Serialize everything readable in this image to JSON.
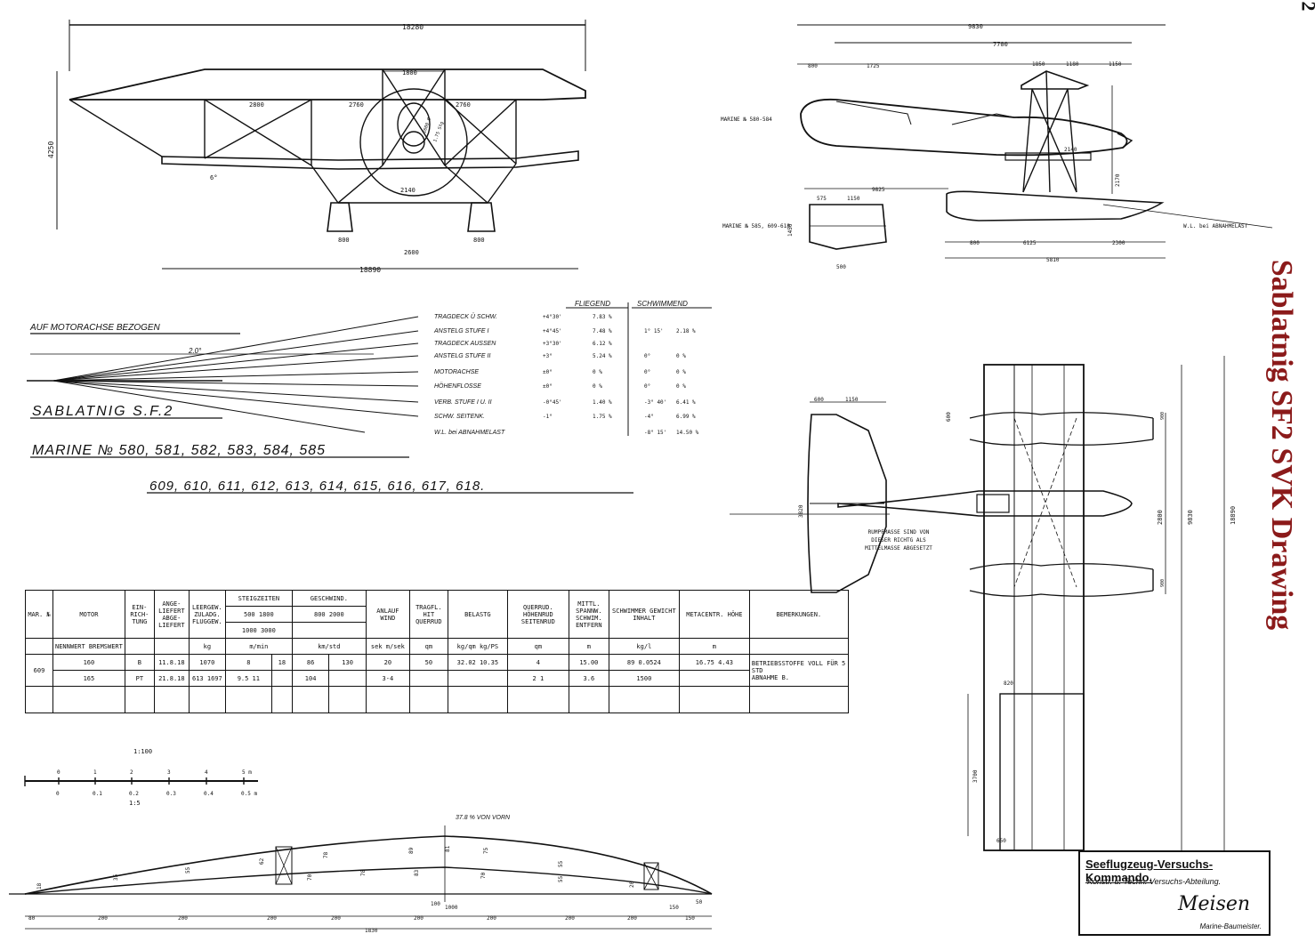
{
  "page": {
    "side_title": "Sablatnig SF2 SVK Drawing",
    "page_number": "2"
  },
  "front_view": {
    "dims": [
      "18280",
      "1800",
      "2800",
      "2760",
      "2760",
      "4250",
      "2140",
      "800",
      "2600",
      "800",
      "18890",
      "6°"
    ],
    "prop_labels": [
      "2600 Ø",
      "1.75 Stg"
    ]
  },
  "side_view": {
    "dims": [
      "9830",
      "7700",
      "800",
      "1725",
      "1850",
      "1180",
      "1150",
      "1180",
      "2170",
      "9825",
      "575",
      "1150",
      "1450",
      "500",
      "800",
      "6125",
      "2300",
      "5810",
      "2140"
    ],
    "marine_label_1": "MARINE № 580-584",
    "marine_label_2": "MARINE № 585, 609-618",
    "wl_label": "W.L. bei ABNAHMELAST"
  },
  "angles": {
    "title": "AUF MOTORACHSE BEZOGEN",
    "angle_label": "2.0°",
    "col_fliegend": "FLIEGEND",
    "col_schwimmend": "SCHWIMMEND",
    "rows": [
      {
        "name": "TRAGDECK Ü SCHW.",
        "a": "+4°30'",
        "b": "7.83 %",
        "c": "",
        "d": ""
      },
      {
        "name": "ANSTELG STUFE I",
        "a": "+4°45'",
        "b": "7.48 %",
        "c": "1° 15'",
        "d": "2.18 %"
      },
      {
        "name": "TRAGDECK AUSSEN",
        "a": "+3°30'",
        "b": "6.12 %",
        "c": "",
        "d": ""
      },
      {
        "name": "ANSTELG STUFE II",
        "a": "+3°",
        "b": "5.24 %",
        "c": "0°",
        "d": "0 %"
      },
      {
        "name": "MOTORACHSE",
        "a": "±0°",
        "b": "0 %",
        "c": "0°",
        "d": "0 %"
      },
      {
        "name": "HÖHENFLOSSE",
        "a": "±0°",
        "b": "0 %",
        "c": "0°",
        "d": "0 %"
      },
      {
        "name": "VERB. STUFE I U. II",
        "a": "-0°45'",
        "b": "1.40 %",
        "c": "-3° 40'",
        "d": "6.41 %"
      },
      {
        "name": "SCHW. SEITENK.",
        "a": "-1°",
        "b": "1.75 %",
        "c": "-4°",
        "d": "6.99 %"
      },
      {
        "name": "W.L. bei ABNAHMELAST",
        "a": "",
        "b": "",
        "c": "-8° 15'",
        "d": "14.50 %"
      }
    ]
  },
  "titles": {
    "line1": "SABLATNIG S.F.2",
    "line2": "MARINE № 580, 581, 582, 583, 584, 585",
    "line3": "609, 610, 611, 612, 613, 614, 615, 616, 617, 618."
  },
  "table": {
    "header1": [
      "MAR. №",
      "MOTOR",
      "EIN-RICH-TUNG",
      "ANGE-LIEFERT ABGE-LIEFERT",
      "LEERGEW. ZULADG. FLUGGEW.",
      "STEIGZEITEN",
      "GESCHWIND.",
      "ANLAUF WIND",
      "TRAGFL. HIT QUERRUD",
      "BELASTG",
      "QUERRUD. HÖHENRUD SEITENRUD",
      "MITTL. SPANNW. SCHWIM. ENTFERN",
      "SCHWIMMER GEWICHT INHALT",
      "METACENTR. HÖHE",
      "BEMERKUNGEN."
    ],
    "steig": [
      "500 1800",
      "800 2000",
      "1000 3000"
    ],
    "units": [
      "NENNWERT BREMSWERT",
      "kg",
      "m/min",
      "km/std",
      "sek m/sek",
      "qm",
      "kg/qm kg/PS",
      "qm",
      "m",
      "kg/l",
      "m"
    ],
    "row_1": [
      "609",
      "160",
      "B",
      "11.8.18",
      "1070",
      "8",
      "18",
      "86",
      "130",
      "20",
      "50",
      "32.02",
      "10.35",
      "4",
      "15.00",
      "89",
      "0.0524",
      "16.75",
      "4.43"
    ],
    "row_2": [
      "",
      "165",
      "PT",
      "21.8.18",
      "613 1697",
      "9.5 11",
      "",
      "104",
      "",
      "3-4",
      "",
      "",
      "",
      "2 1",
      "3.6",
      "1500",
      "",
      "",
      ""
    ],
    "remarks": [
      "BETRIEBSSTOFFE VOLL FÜR 5 STD",
      "ABNAHME B."
    ]
  },
  "scale": {
    "label_top": "1:100",
    "ticks_top": [
      "0",
      "1",
      "2",
      "3",
      "4",
      "5 m"
    ],
    "ticks_bottom": [
      "0",
      "0.1",
      "0.2",
      "0.3",
      "0.4",
      "0.5 m"
    ],
    "label_bottom": "1:5"
  },
  "airfoil": {
    "note": "37.8 % VON VORN",
    "dims": [
      "1000",
      "150",
      "50",
      "200",
      "200",
      "200",
      "200",
      "200",
      "200",
      "200",
      "200",
      "80",
      "150",
      "100",
      "1830"
    ],
    "ordinates": [
      "18",
      "35",
      "55",
      "62",
      "78",
      "89",
      "81",
      "75",
      "55",
      "70",
      "78",
      "83",
      "70",
      "55",
      "20"
    ]
  },
  "plan_view": {
    "dims": [
      "600",
      "1150",
      "600",
      "3820",
      "2800",
      "9830",
      "18890",
      "820",
      "3700",
      "650",
      "900",
      "900"
    ],
    "rumpf_note": "RUMPFMASSE SIND VON DIESER RICHTG ALS MITTELMASSE ABGESETZT"
  },
  "stamp": {
    "title": "Seeflugzeug-Versuchs-Kommando.",
    "subtitle": "Konstr. u. Techn. Versuchs-Abteilung.",
    "signature": "Meisen",
    "rank": "Marine-Baumeister."
  }
}
